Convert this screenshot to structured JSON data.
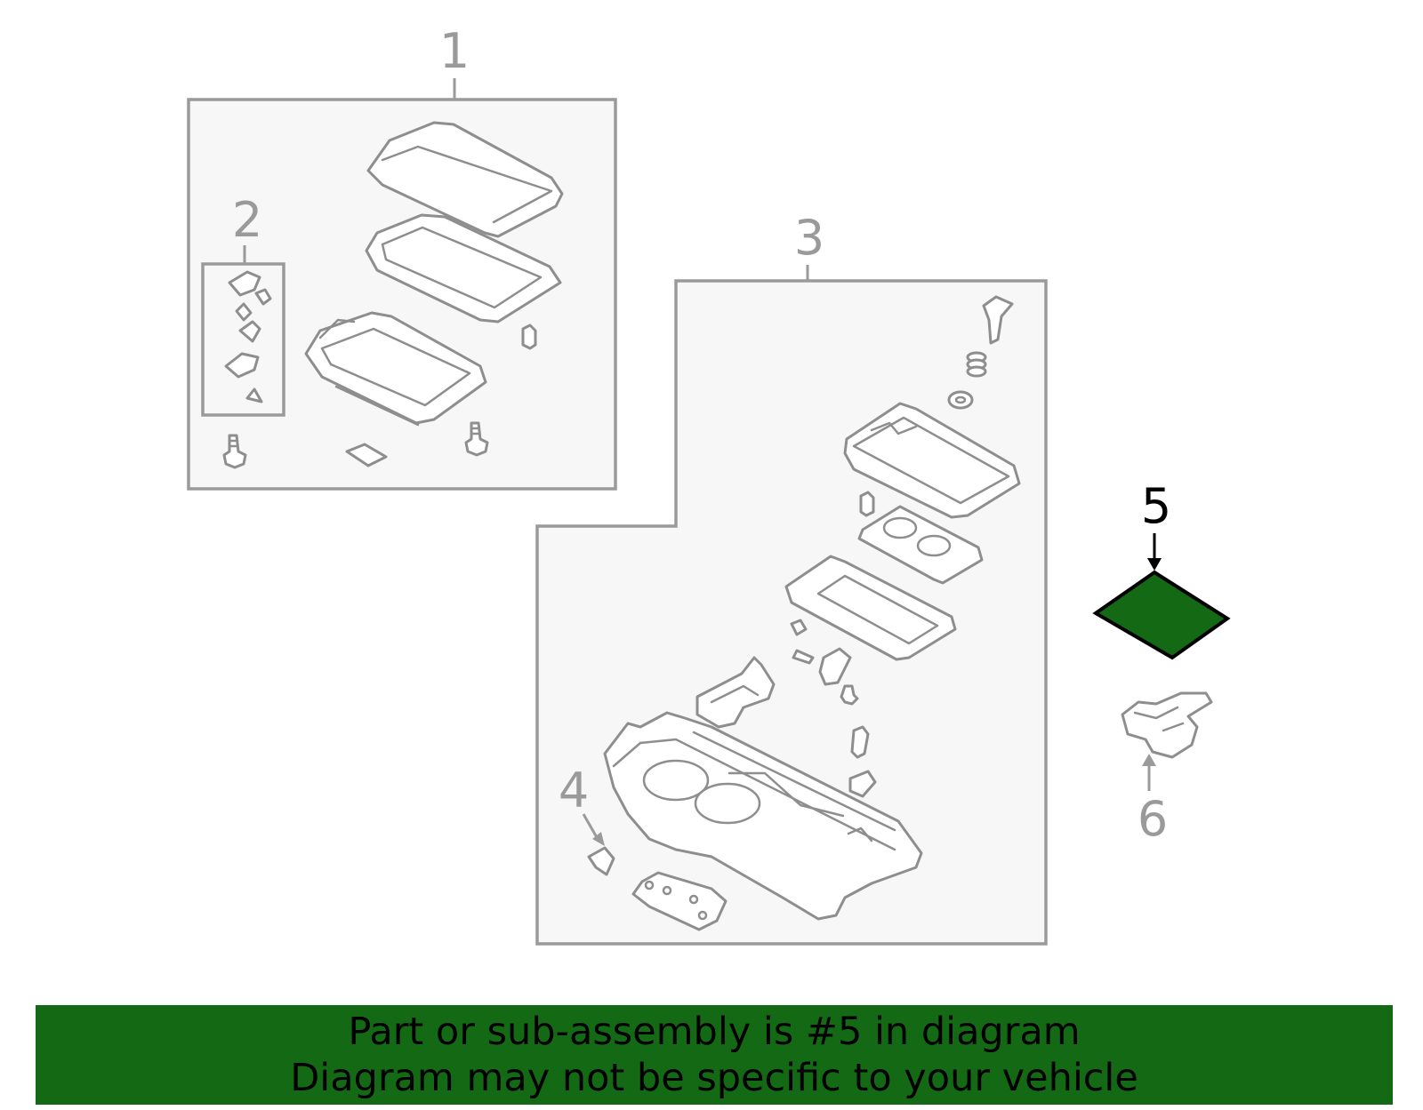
{
  "callouts": {
    "c1": "1",
    "c2": "2",
    "c3": "3",
    "c4": "4",
    "c5": "5",
    "c6": "6"
  },
  "highlight": {
    "part_number": "5",
    "fill_color": "#146a14",
    "label_color": "#000000"
  },
  "banner": {
    "line1": "Part or sub-assembly is #5 in diagram",
    "line2": "Diagram may not be specific to your vehicle",
    "background_color": "#146a14"
  }
}
